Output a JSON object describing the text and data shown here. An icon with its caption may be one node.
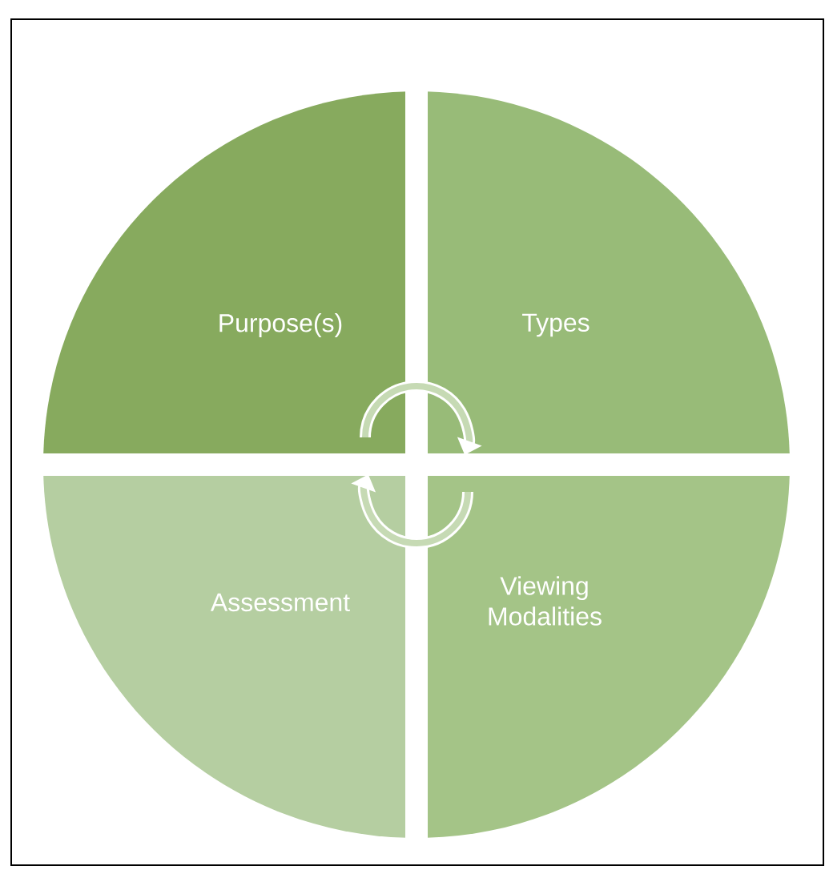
{
  "diagram": {
    "nodes": [
      {
        "text": [
          "Purpose(s)"
        ]
      },
      {
        "text": [
          "Types"
        ]
      },
      {
        "text": [
          "Assessment"
        ]
      },
      {
        "text": [
          "Viewing Modalities"
        ]
      }
    ]
  }
}
